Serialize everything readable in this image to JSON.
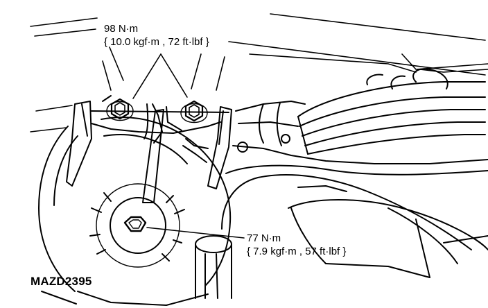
{
  "figure": {
    "upper_callout": {
      "line1": "98 N·m",
      "line2": "{ 10.0 kgf·m , 72 ft·lbf }"
    },
    "lower_callout": {
      "line1": "77 N·m",
      "line2": "{ 7.9 kgf·m , 57 ft·lbf }"
    },
    "figure_code": "MAZD2395",
    "colors": {
      "ink": "#000000",
      "paper": "#ffffff"
    }
  }
}
